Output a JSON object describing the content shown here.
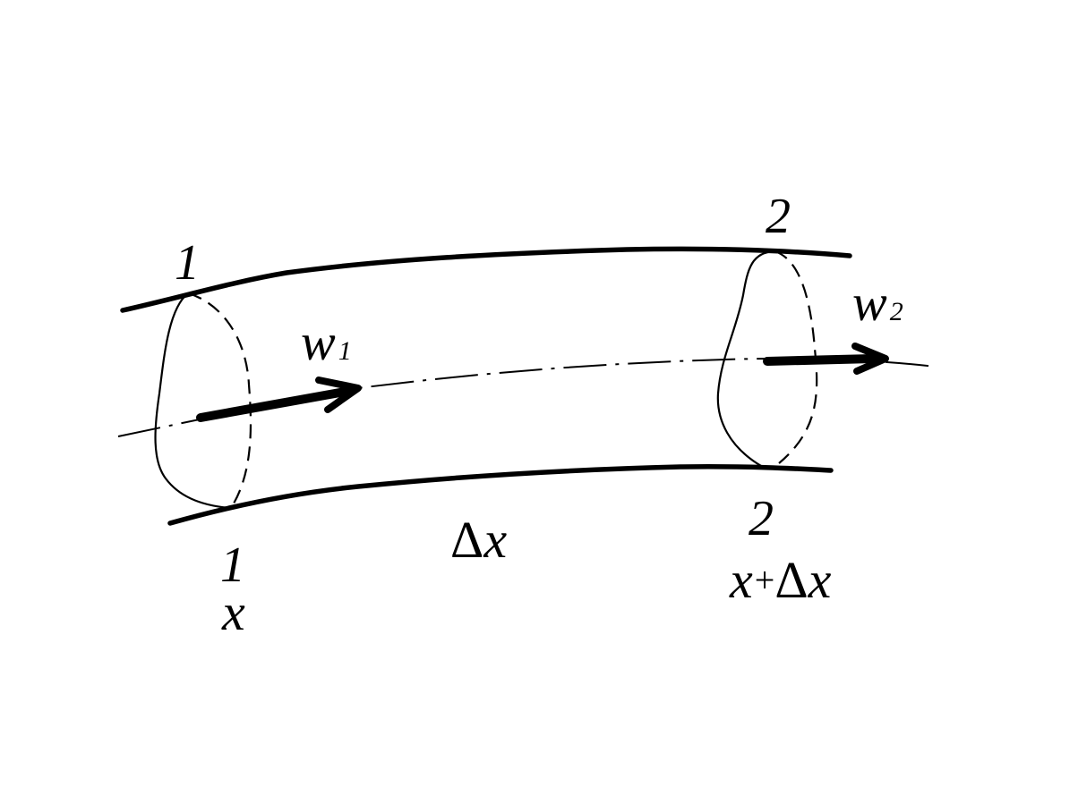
{
  "section_1": {
    "top_label": "1",
    "bottom_label": "1",
    "position_label": "x"
  },
  "section_2": {
    "top_label": "2",
    "bottom_label": "2",
    "position_label_var": "x",
    "position_label_plus": "+",
    "position_label_delta": "Δ",
    "position_label_delta_var": "x"
  },
  "velocity_1": {
    "symbol": "w",
    "subscript": "1"
  },
  "velocity_2": {
    "symbol": "w",
    "subscript": "2"
  },
  "length_label": {
    "delta": "Δ",
    "var": "x"
  },
  "colors": {
    "ink": "#000000",
    "background": "#ffffff"
  }
}
